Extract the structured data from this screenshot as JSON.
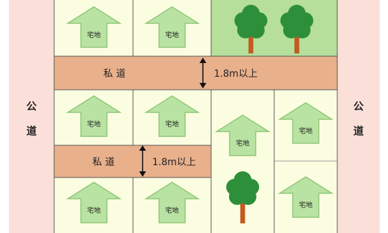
{
  "public_road": {
    "label_top": "公",
    "label_bottom": "道"
  },
  "private_road_1": {
    "label": "私 道",
    "width_label": "1.8m以上"
  },
  "private_road_2": {
    "label": "私 道",
    "width_label": "1.8m以上"
  },
  "lot_label": "宅地",
  "colors": {
    "public_road": "#fbe0d9",
    "private_road": "#e9b08c",
    "lot": "#fbfde0",
    "forest": "#b5df9a",
    "house_arrow": "#b9e3a2",
    "house_arrow_stroke": "#8fc778",
    "tree": "#2e8f3a",
    "trunk": "#c35a20"
  }
}
